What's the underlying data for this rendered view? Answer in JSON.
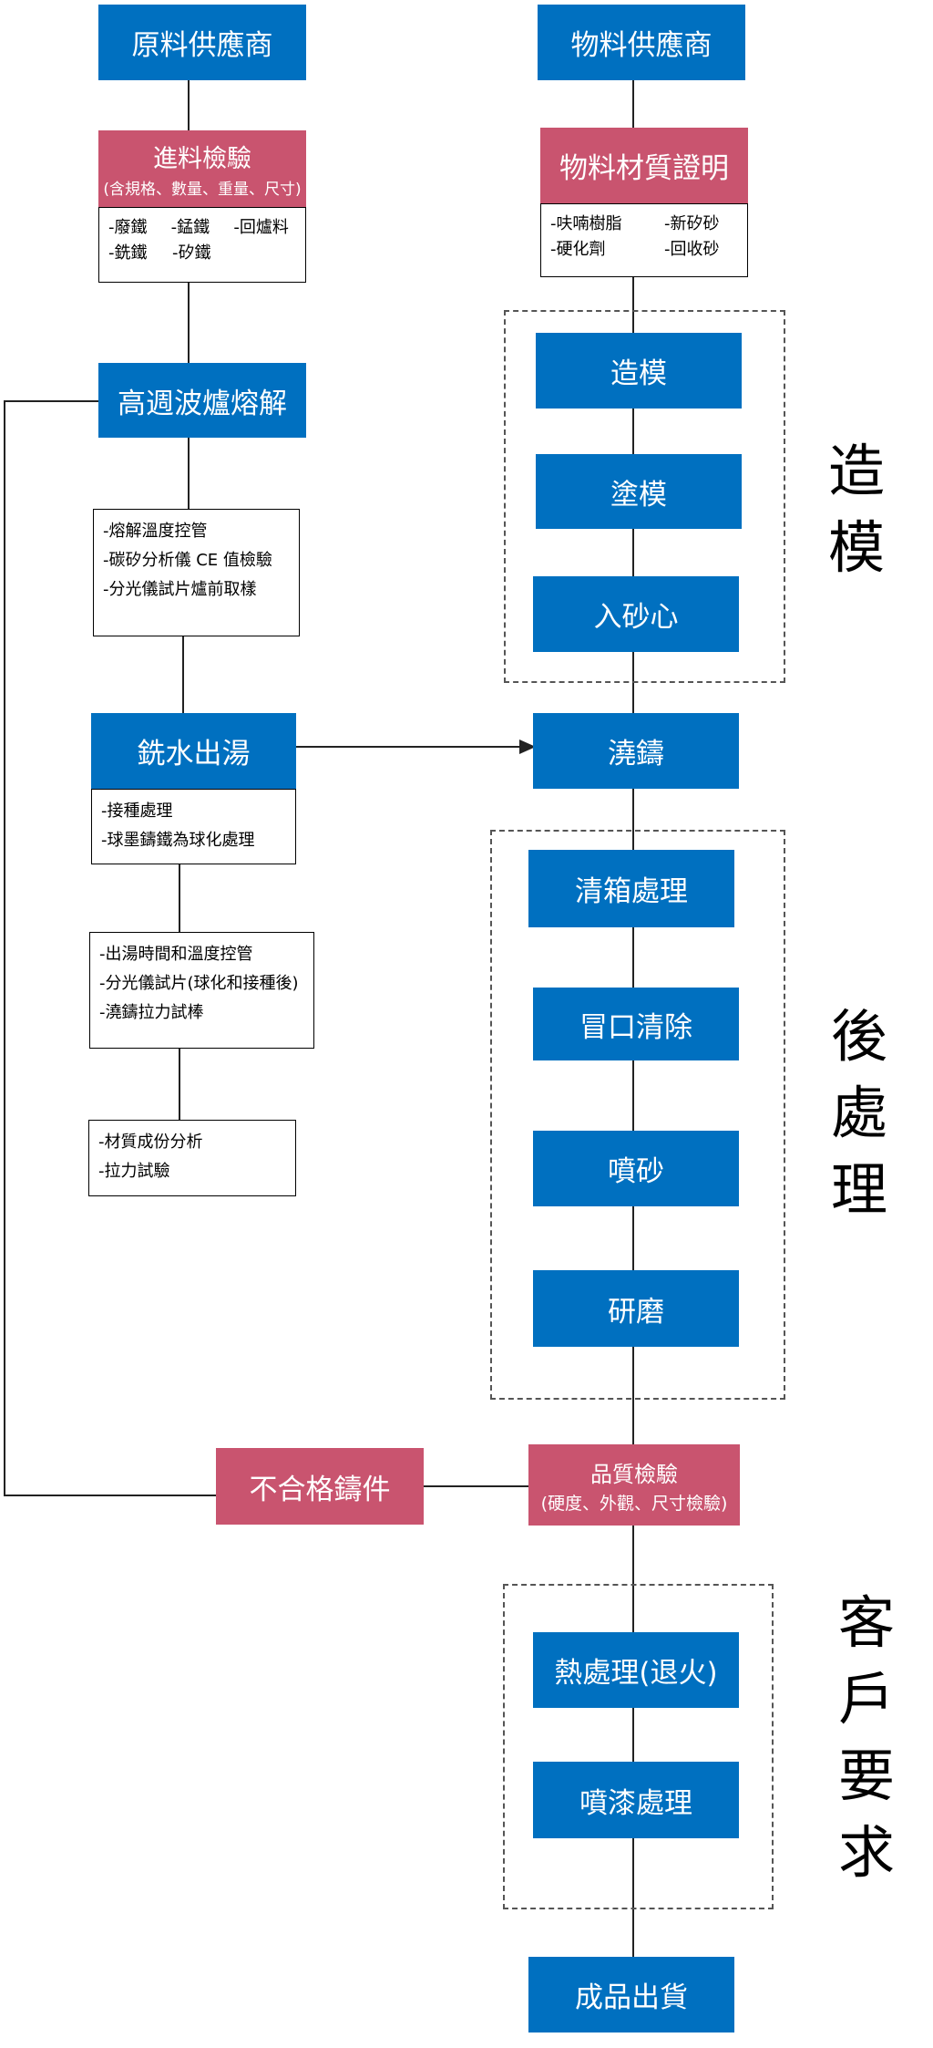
{
  "nodes": {
    "raw_supplier": "原料供應商",
    "incoming_inspection": {
      "title": "進料檢驗",
      "sub": "(含規格、數量、重量、尺寸)"
    },
    "induction_melting": "高週波爐熔解",
    "tapping": "銑水出湯",
    "material_supplier": "物料供應商",
    "material_certificate": "物料材質證明",
    "molding": "造模",
    "mold_coating": "塗模",
    "core_setting": "入砂心",
    "pouring": "澆鑄",
    "shakeout": "清箱處理",
    "riser_removal": "冒口清除",
    "sandblasting": "噴砂",
    "grinding": "研磨",
    "quality_inspection": {
      "title": "品質檢驗",
      "sub": "(硬度、外觀、尺寸檢驗)"
    },
    "nonconforming": "不合格鑄件",
    "heat_treatment": "熱處理(退火)",
    "painting": "噴漆處理",
    "shipment": "成品出貨"
  },
  "notes": {
    "raw_materials": [
      [
        "-廢鐵",
        "-錳鐵",
        "-回爐料"
      ],
      [
        "-銑鐵",
        "-矽鐵"
      ]
    ],
    "supplies": [
      [
        "-呋喃樹脂",
        "-新矽砂"
      ],
      [
        "-硬化劑",
        "-回收砂"
      ]
    ],
    "melting_checks": [
      "-熔解溫度控管",
      "-碳矽分析儀 CE 值檢驗",
      "-分光儀試片爐前取樣"
    ],
    "treatment": [
      "-接種處理",
      "-球墨鑄鐵為球化處理"
    ],
    "tapping_checks": [
      "-出湯時間和溫度控管",
      "-分光儀試片(球化和接種後)",
      "-澆鑄拉力試棒"
    ],
    "lab_tests": [
      "-材質成份分析",
      "-拉力試驗"
    ]
  },
  "groups": {
    "molding": "造模",
    "post_processing": "後處理",
    "customer_requirements": "客戶要求"
  }
}
